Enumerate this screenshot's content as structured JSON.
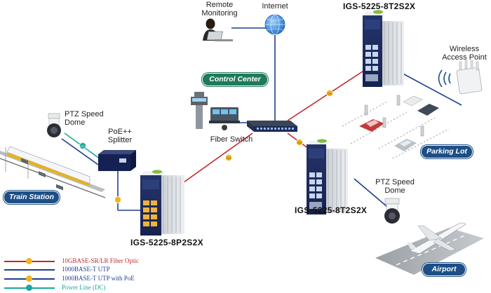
{
  "labels": {
    "remote_monitoring": "Remote\nMonitoring",
    "internet": "Internet",
    "wireless_ap": "Wireless\nAccess Point",
    "ptz_dome_left": "PTZ Speed\nDome",
    "poe_splitter": "PoE++\nSplitter",
    "fiber_switch": "Fiber Switch",
    "ptz_dome_right": "PTZ Speed\nDome"
  },
  "models": {
    "top_right": "IGS-5225-8T2S2X",
    "middle_right": "IGS-5225-8T2S2X",
    "left": "IGS-5225-8P2S2X"
  },
  "sites": {
    "control_center": "Control Center",
    "parking_lot": "Parking Lot",
    "train_station": "Train Station",
    "airport": "Airport"
  },
  "link_badges": {
    "fiber": "10G",
    "dc": "DC"
  },
  "legend": [
    {
      "label": "10GBASE-SR/LR Fiber Optic",
      "color": "#c0282d",
      "dot": "#f3b41b"
    },
    {
      "label": "1000BASE-T UTP",
      "color": "#1e3f8f",
      "dot": ""
    },
    {
      "label": "1000BASE-T UTP with PoE",
      "color": "#1e3f8f",
      "dot": "#f3b41b"
    },
    {
      "label": "Power Line (DC)",
      "color": "#1aa89c",
      "dot": "#1aa89c"
    }
  ],
  "colors": {
    "fiber": "#c0282d",
    "utp": "#1e3f8f",
    "dc": "#1aa89c",
    "pill": "#1d4f86",
    "control_pill": "#1f7a5a"
  }
}
